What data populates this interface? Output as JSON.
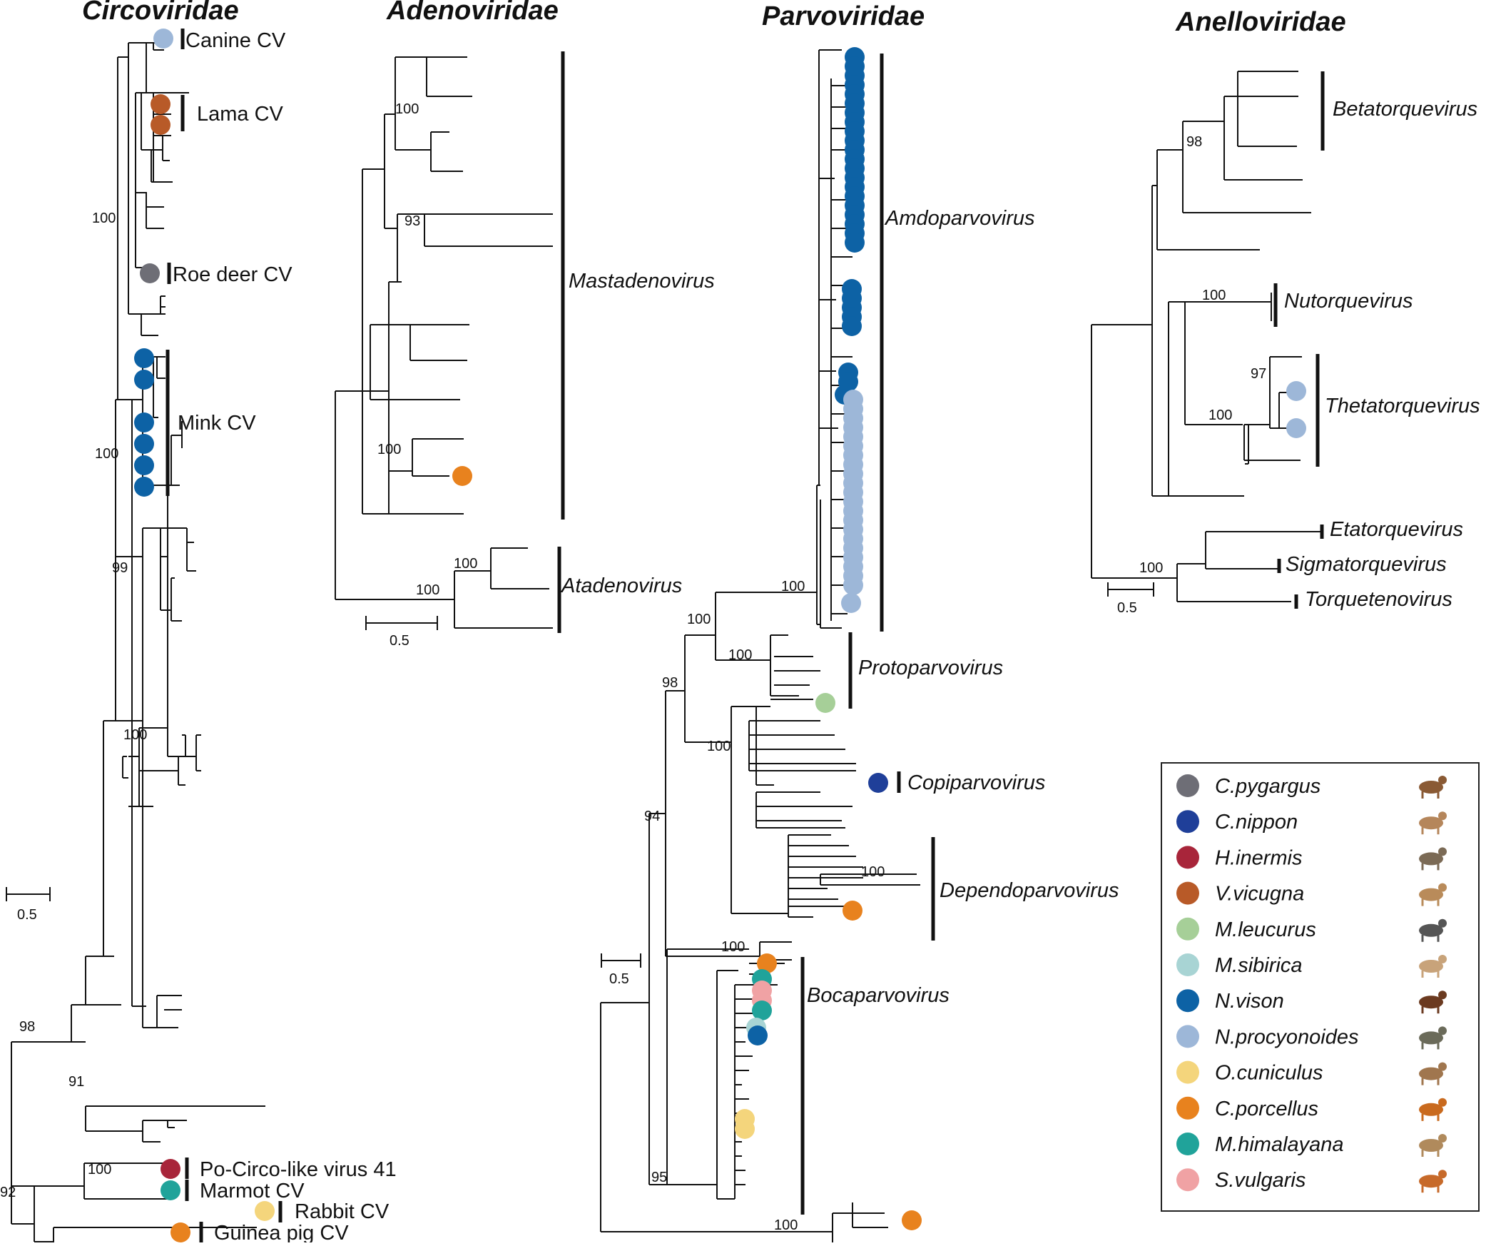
{
  "panels": {
    "circoviridae": {
      "title": "Circoviridae",
      "scale": "0.5",
      "clades": [
        "Canine CV",
        "Lama CV",
        "Roe deer CV",
        "Mink CV",
        "Po-Circo-like virus 41",
        "Marmot CV",
        "Rabbit CV",
        "Guinea pig CV"
      ],
      "bootstrap": [
        "100",
        "100",
        "99",
        "100",
        "98",
        "91",
        "92",
        "100"
      ]
    },
    "adenoviridae": {
      "title": "Adenoviridae",
      "scale": "0.5",
      "genera": [
        "Mastadenovirus",
        "Atadenovirus"
      ],
      "bootstrap": [
        "100",
        "93",
        "100",
        "100",
        "100"
      ]
    },
    "parvoviridae": {
      "title": "Parvoviridae",
      "scale": "0.5",
      "genera": [
        "Amdoparvovirus",
        "Protoparvovirus",
        "Copiparvovirus",
        "Dependoparvovirus",
        "Bocaparvovirus"
      ],
      "bootstrap": [
        "100",
        "100",
        "100",
        "98",
        "100",
        "94",
        "100",
        "100",
        "95",
        "100"
      ]
    },
    "anelloviridae": {
      "title": "Anelloviridae",
      "scale": "0.5",
      "genera": [
        "Betatorquevirus",
        "Nutorquevirus",
        "Thetatorquevirus",
        "Etatorquevirus",
        "Sigmatorquevirus",
        "Torquetenovirus"
      ],
      "bootstrap": [
        "98",
        "100",
        "97",
        "100",
        "100"
      ]
    }
  },
  "legend": {
    "items": [
      {
        "species": "C.pygargus",
        "color": "#6e6e76",
        "icon": "roe-deer-icon"
      },
      {
        "species": "C.nippon",
        "color": "#1f3f99",
        "icon": "sika-deer-icon"
      },
      {
        "species": "H.inermis",
        "color": "#a8253a",
        "icon": "water-deer-icon"
      },
      {
        "species": "V.vicugna",
        "color": "#b85a28",
        "icon": "vicuna-icon"
      },
      {
        "species": "M.leucurus",
        "color": "#a6cf98",
        "icon": "badger-icon"
      },
      {
        "species": "M.sibirica",
        "color": "#a8d4d4",
        "icon": "weasel-icon"
      },
      {
        "species": "N.vison",
        "color": "#0d62a5",
        "icon": "mink-icon"
      },
      {
        "species": "N.procyonoides",
        "color": "#9db7d8",
        "icon": "raccoon-dog-icon"
      },
      {
        "species": "O.cuniculus",
        "color": "#f4d57c",
        "icon": "rabbit-icon"
      },
      {
        "species": "C.porcellus",
        "color": "#e8821e",
        "icon": "guinea-pig-icon"
      },
      {
        "species": "M.himalayana",
        "color": "#20a39a",
        "icon": "marmot-icon"
      },
      {
        "species": "S.vulgaris",
        "color": "#f0a2a4",
        "icon": "squirrel-icon"
      }
    ]
  }
}
